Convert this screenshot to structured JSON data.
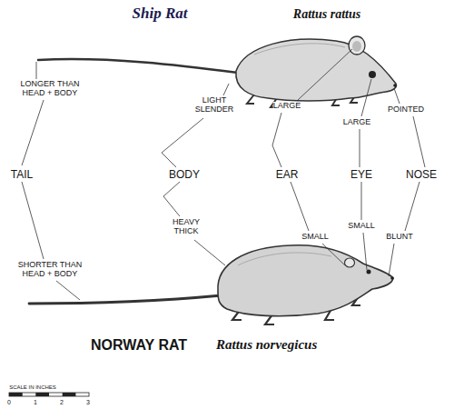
{
  "diagram": {
    "title": "Ship Rat",
    "labels": [
      "Rattus rattus",
      "LONGER THAN HEAD + BODY",
      "LIGHT SLENDER",
      "LARGE",
      "LARGE",
      "POINTED",
      "TAIL",
      "BODY",
      "EAR",
      "EYE",
      "NOSE",
      "HEAVY THICK",
      "SMALL",
      "SMALL",
      "BLUNT",
      "SHORTER THAN HEAD + BODY",
      "NORWAY RAT",
      "Rattus norvegicus",
      "SCALE IN INCHES",
      "0",
      "1",
      "2",
      "3"
    ]
  }
}
